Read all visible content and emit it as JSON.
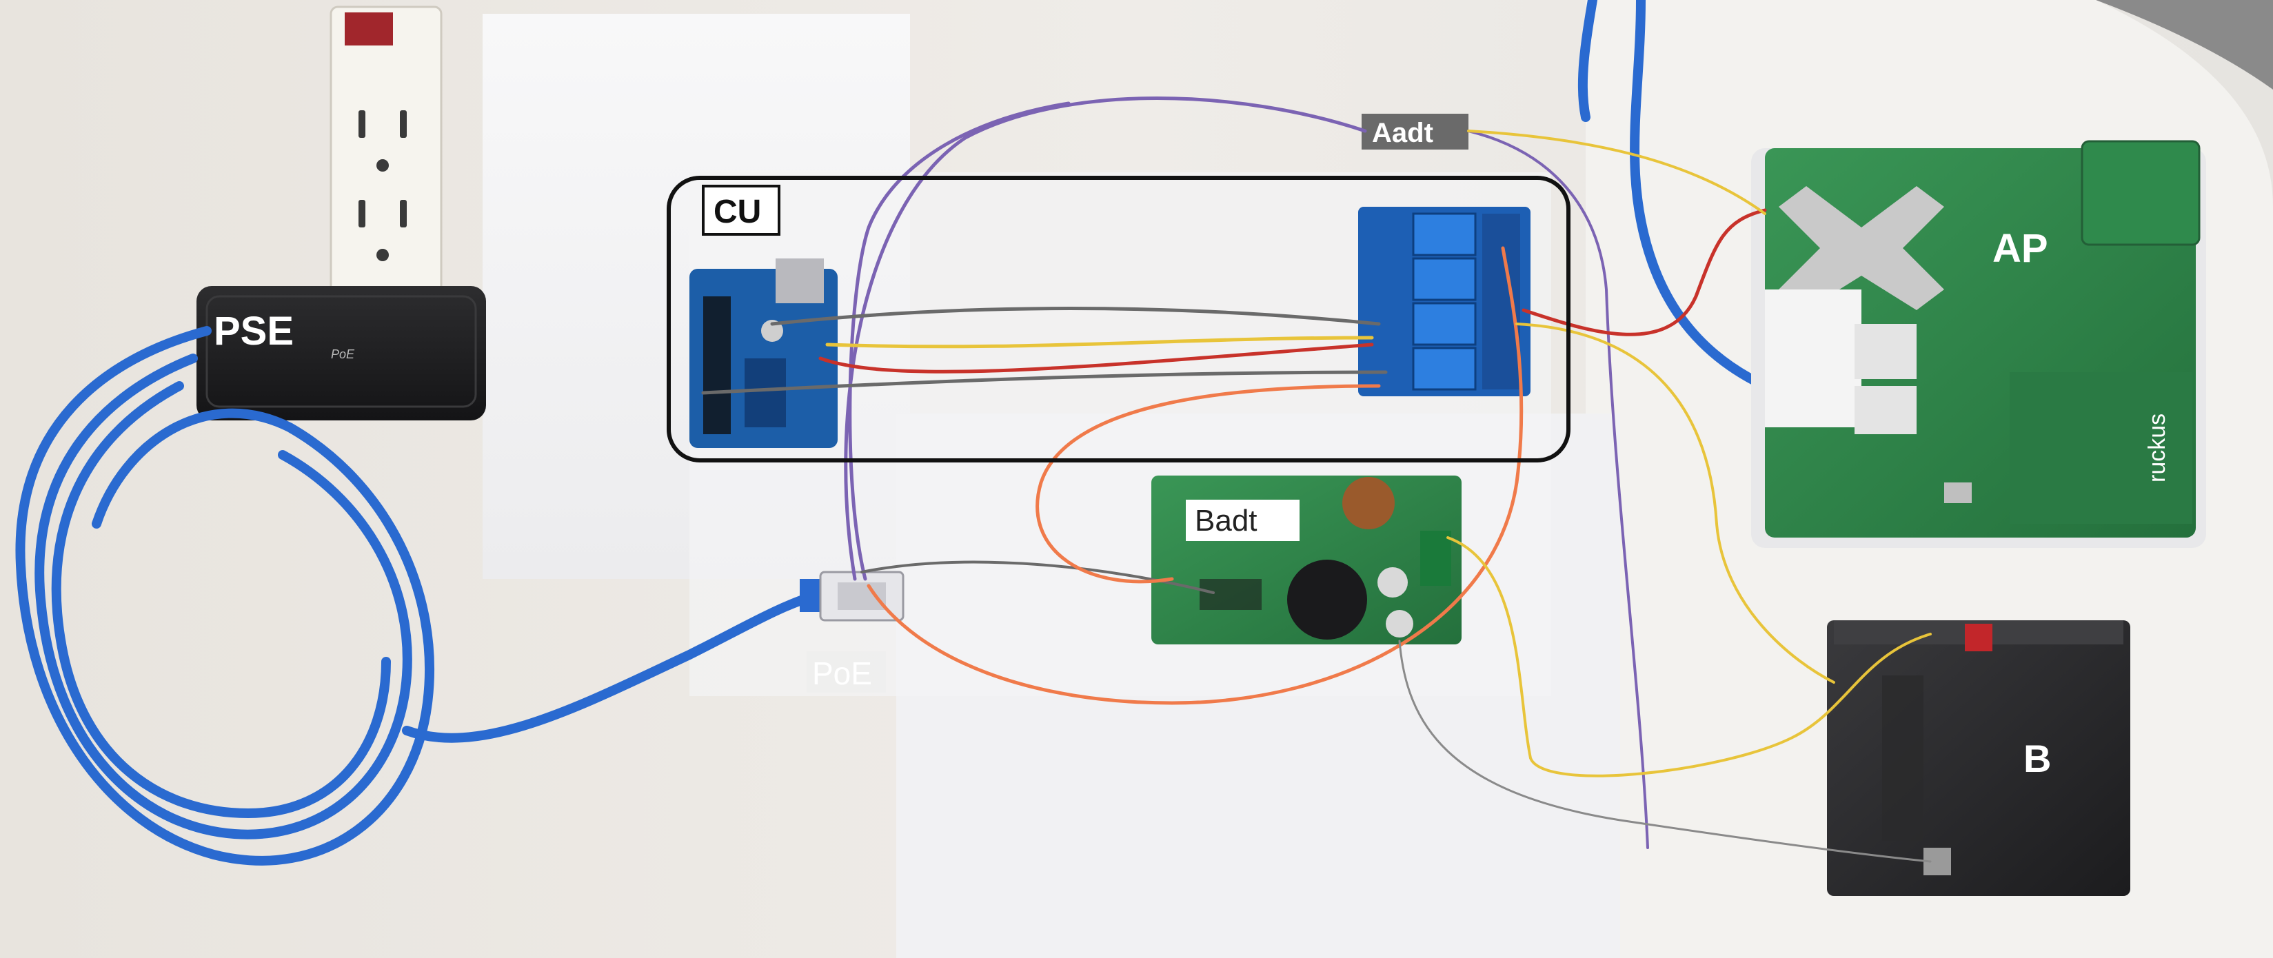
{
  "labels": {
    "pse": "PSE",
    "cu": "CU",
    "aadt": "Aadt",
    "ap": "AP",
    "badt": "Badt",
    "poe": "PoE",
    "b": "B"
  },
  "colors": {
    "wall": "#e9e6e1",
    "table": "#f0eeea",
    "foam": "#f7f7f8",
    "ethernet_cable": "#2a6ad0",
    "pcb_green": "#2f8a4c",
    "relay_blue": "#1d5fb4",
    "arduino_blue": "#1c5ea8",
    "battery": "#2a2a2c",
    "wire_orange": "#f07a4a",
    "wire_yellow": "#e8c43a",
    "wire_purple": "#7b63b3",
    "wire_red": "#c8322a",
    "wire_gray": "#6a6a6a",
    "cu_box": "#111111"
  }
}
